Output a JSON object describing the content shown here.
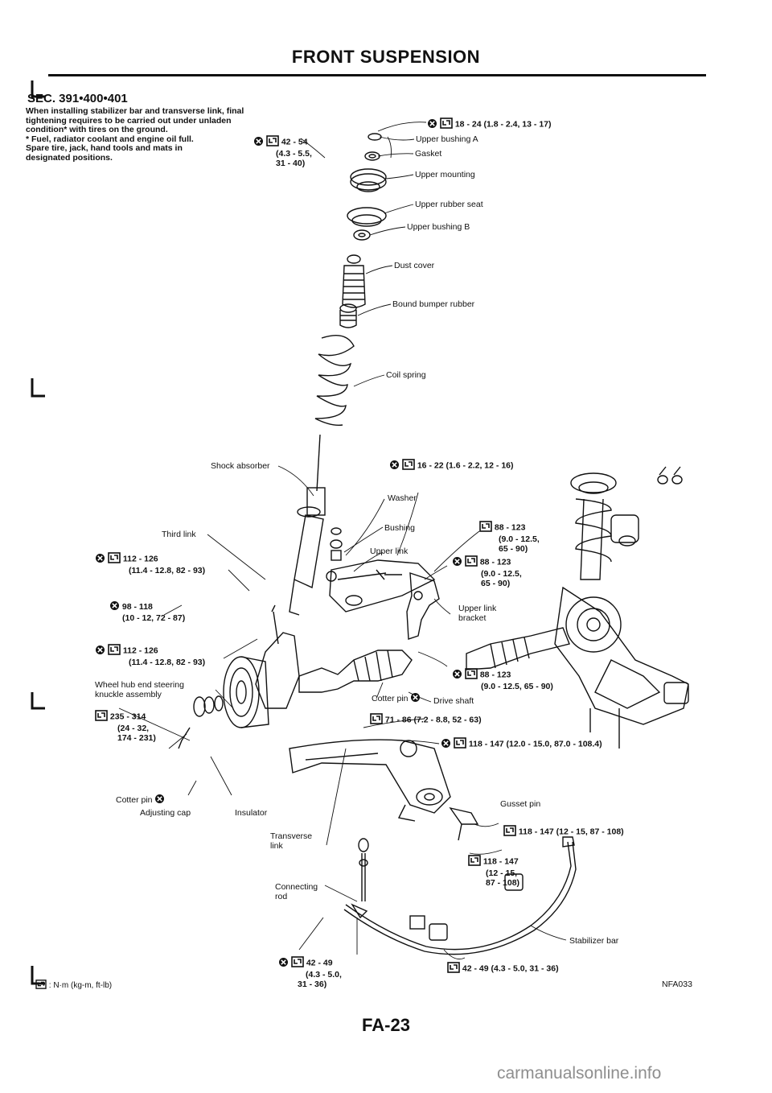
{
  "header": {
    "title": "FRONT SUSPENSION"
  },
  "section": "SEC. 391•400•401",
  "note_lines": [
    "When installing stabilizer bar and transverse link, final",
    "tightening requires to be carried out under unladen",
    "condition* with tires on the ground.",
    "* Fuel, radiator coolant and engine oil full.",
    "Spare tire, jack, hand tools and mats in",
    "designated positions."
  ],
  "labels": {
    "upper_torque": "18 - 24 (1.8 - 2.4, 13 - 17)",
    "upper_bushing_a": "Upper bushing A",
    "gasket": "Gasket",
    "upper_mounting": "Upper mounting",
    "upper_rubber_seat": "Upper rubber seat",
    "upper_bushing_b": "Upper bushing B",
    "dust_cover": "Dust cover",
    "bound_bumper_rubber": "Bound bumper rubber",
    "coil_spring": "Coil spring",
    "shock_absorber": "Shock absorber",
    "torque_16_22": "16 - 22 (1.6 - 2.2, 12 - 16)",
    "washer": "Washer",
    "bushing": "Bushing",
    "upper_link": "Upper link",
    "third_link": "Third link",
    "torque_88_123_a": [
      "88 - 123",
      "(9.0 - 12.5,",
      "65 - 90)"
    ],
    "torque_88_123_b": [
      "88 - 123",
      "(9.0 - 12.5,",
      "65 - 90)"
    ],
    "upper_link_bracket": [
      "Upper link",
      "bracket"
    ],
    "torque_112_126_a": [
      "112 - 126",
      "(11.4 - 12.8, 82 - 93)"
    ],
    "torque_98_118": [
      "98 - 118",
      "(10 - 12, 72 - 87)"
    ],
    "torque_112_126_b": [
      "112 - 126",
      "(11.4 - 12.8, 82 - 93)"
    ],
    "torque_88_123_c": [
      "88 - 123",
      "(9.0 - 12.5, 65 - 90)"
    ],
    "wheel_hub": [
      "Wheel hub end steering",
      "knuckle assembly"
    ],
    "torque_235_314": [
      "235 - 314",
      "(24 - 32,",
      "174 - 231)"
    ],
    "cotter_pin_1": "Cotter pin",
    "drive_shaft": "Drive shaft",
    "torque_71_86": "71 - 86 (7.2 - 8.8, 52 - 63)",
    "torque_118_147_a": "118 - 147 (12.0 - 15.0, 87.0 - 108.4)",
    "cotter_pin_2": "Cotter pin",
    "adjusting_cap": "Adjusting cap",
    "insulator": "Insulator",
    "gusset_pin": "Gusset pin",
    "transverse_link": [
      "Transverse",
      "link"
    ],
    "torque_118_147_b": "118 - 147 (12 - 15, 87 - 108)",
    "torque_118_147_c": [
      "118 - 147",
      "(12 - 15,",
      "87 - 108)"
    ],
    "connecting_rod": [
      "Connecting",
      "rod"
    ],
    "stabilizer_bar": "Stabilizer bar",
    "torque_42_49_a": [
      "42 - 49",
      "(4.3 - 5.0,",
      "31 - 36)"
    ],
    "torque_42_49_b": "42 - 49 (4.3 - 5.0, 31 - 36)",
    "torque_42_54": [
      "42 - 54",
      "(4.3 - 5.5,",
      "31 - 40)"
    ]
  },
  "legend": ": N·m (kg-m, ft-lb)",
  "figure_code": "NFA033",
  "page_number": "FA-23",
  "watermark": "carmanualsonline.info",
  "icons": {
    "torque": "torque-wrench-icon",
    "replace": "replace-part-icon"
  }
}
